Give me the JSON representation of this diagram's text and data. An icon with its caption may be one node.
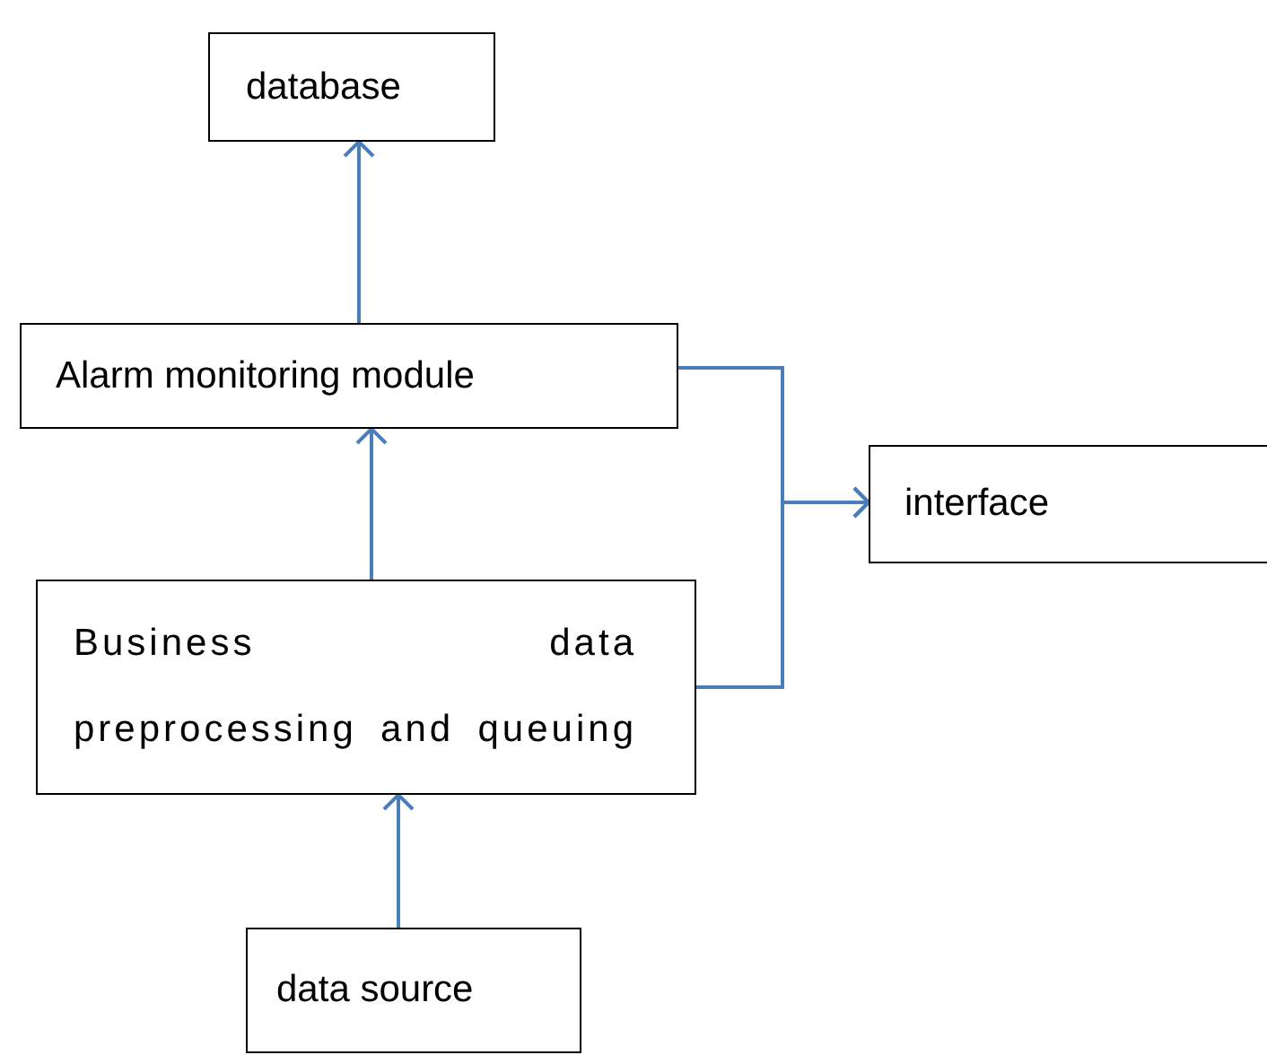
{
  "diagram": {
    "nodes": [
      {
        "text": [
          "database"
        ]
      },
      {
        "text": [
          "Alarm monitoring module"
        ]
      },
      {
        "text": [
          "interface"
        ]
      },
      {
        "text": [
          "Business data preprocessing and queuing"
        ]
      },
      {
        "text": [
          "data source"
        ]
      }
    ],
    "edges": [
      {
        "from": 4,
        "to": 3,
        "arrow": "to"
      },
      {
        "from": 3,
        "to": 1,
        "arrow": "to"
      },
      {
        "from": 1,
        "to": 0,
        "arrow": "to"
      },
      {
        "from": 1,
        "to": 2,
        "arrow": "to"
      },
      {
        "from": 3,
        "to": 2,
        "arrow": "to"
      }
    ]
  }
}
